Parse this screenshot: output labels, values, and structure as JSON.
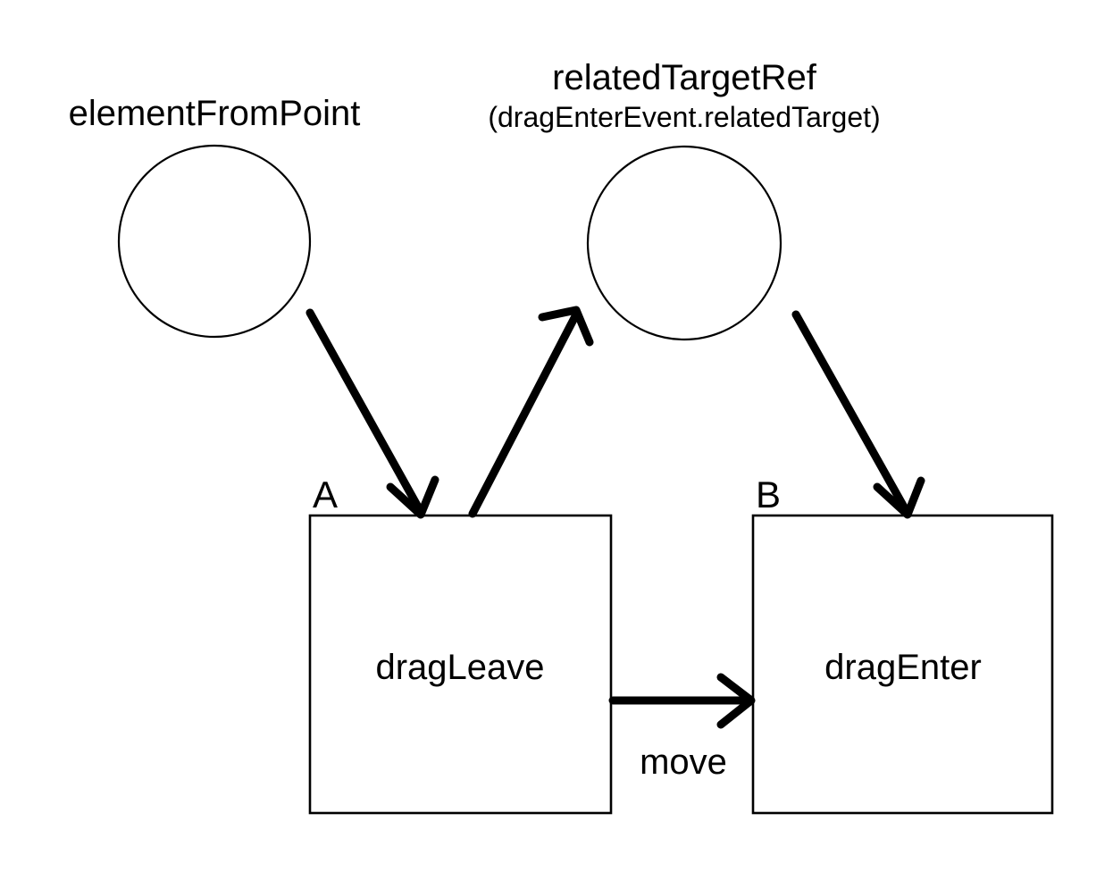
{
  "diagram": {
    "title_elementfrompoint": "elementFromPoint",
    "title_relatedtargetref": "relatedTargetRef",
    "subtitle_relatedtargetref": "(dragEnterEvent.relatedTarget)",
    "nodes": {
      "circle_left_name": "elementFromPoint-circle",
      "circle_right_name": "relatedTargetRef-circle",
      "box_a_tag": "A",
      "box_a_label": "dragLeave",
      "box_b_tag": "B",
      "box_b_label": "dragEnter"
    },
    "edges": {
      "move_label": "move"
    },
    "colors": {
      "stroke": "#000000",
      "fill": "#ffffff",
      "background": "#ffffff"
    }
  }
}
